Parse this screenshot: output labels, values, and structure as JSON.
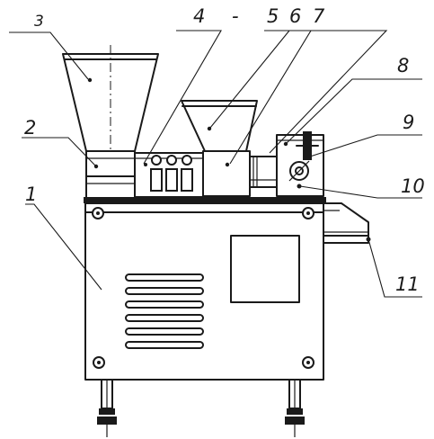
{
  "callouts": [
    {
      "key": "c1",
      "label": "1"
    },
    {
      "key": "c2",
      "label": "2"
    },
    {
      "key": "c3",
      "label": "3"
    },
    {
      "key": "c4",
      "label": "4"
    },
    {
      "key": "c5",
      "label": "5"
    },
    {
      "key": "c6",
      "label": "6"
    },
    {
      "key": "c7",
      "label": "7"
    },
    {
      "key": "c8",
      "label": "8"
    },
    {
      "key": "c9",
      "label": "9"
    },
    {
      "key": "c10",
      "label": "10"
    },
    {
      "key": "c11",
      "label": "11"
    }
  ],
  "dash_mark": "-"
}
